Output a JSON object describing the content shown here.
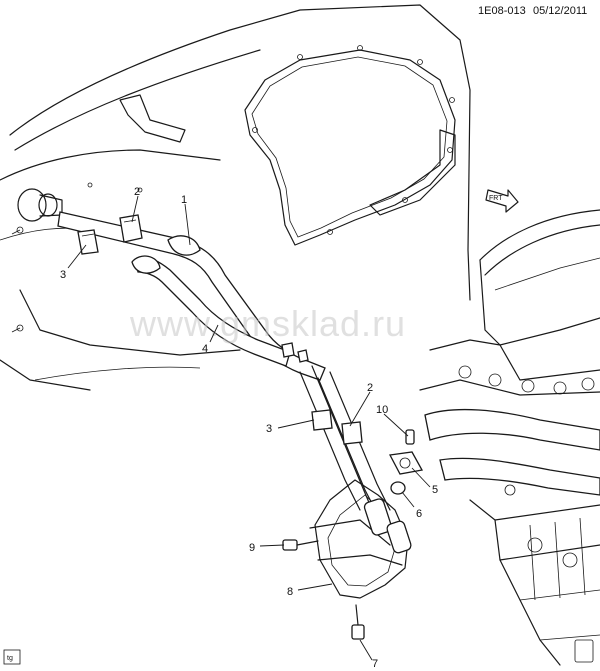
{
  "header": {
    "code": "1E08-013",
    "date": "05/12/2011"
  },
  "watermark": "www.gmsklad.ru",
  "front_indicator": "FRT",
  "corner_tag": "tg",
  "callouts": {
    "c1": "1",
    "c2a": "2",
    "c3a": "3",
    "c4": "4",
    "c3b": "3",
    "c2b": "2",
    "c10": "10",
    "c5": "5",
    "c6": "6",
    "c9": "9",
    "c8": "8",
    "c7": "7"
  }
}
